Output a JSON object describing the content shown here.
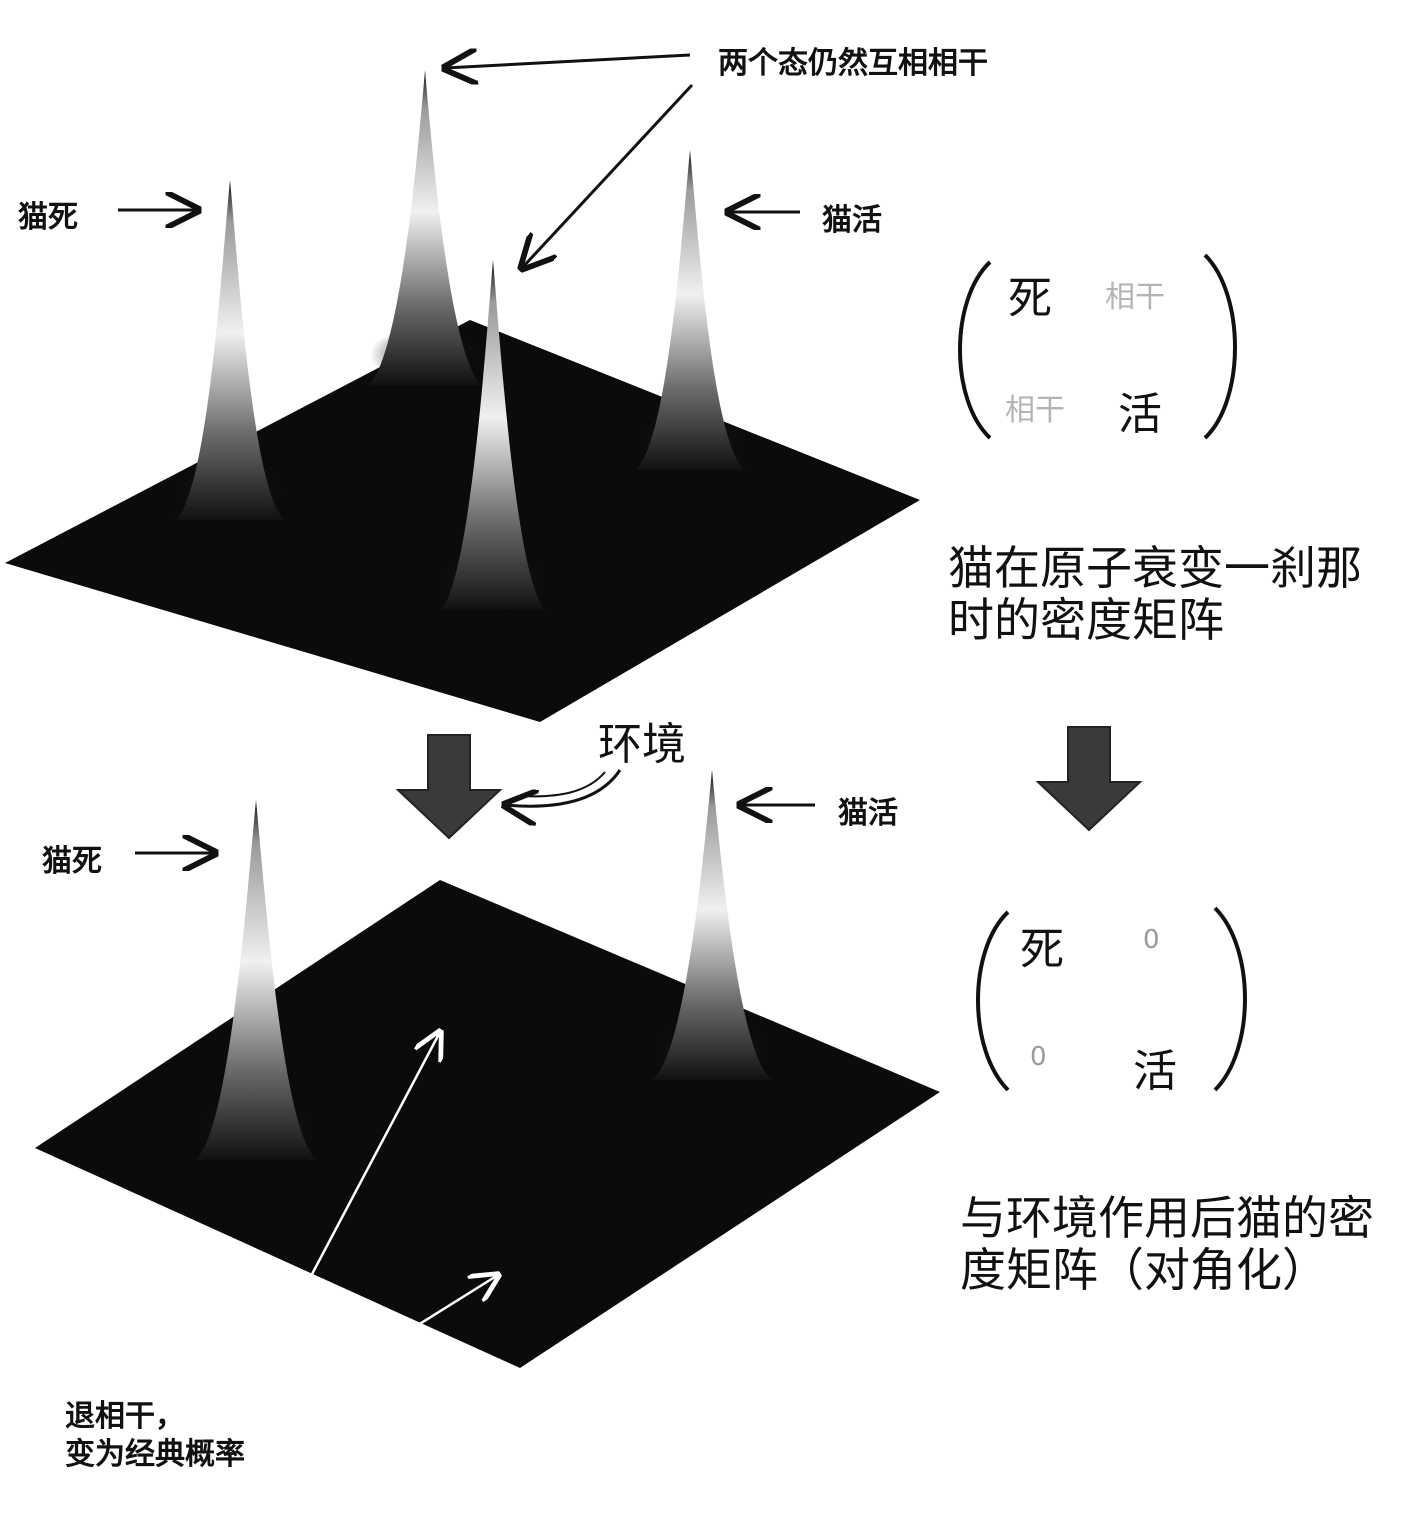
{
  "top_panel": {
    "label_coherent": "两个态仍然互相相干",
    "label_dead": "猫死",
    "label_alive": "猫活",
    "matrix": {
      "top_left": "死",
      "top_right": "相干",
      "bottom_left": "相干",
      "bottom_right": "活"
    },
    "caption_line1": "猫在原子衰变一刹那",
    "caption_line2": "时的密度矩阵"
  },
  "environment_label": "环境",
  "bottom_panel": {
    "label_dead": "猫死",
    "label_alive": "猫活",
    "matrix": {
      "top_left": "死",
      "top_right": "0",
      "bottom_left": "0",
      "bottom_right": "活"
    },
    "caption_line1": "与环境作用后猫的密",
    "caption_line2": "度矩阵（对角化）",
    "decoherence_line1": "退相干，",
    "decoherence_line2": "变为经典概率"
  },
  "colors": {
    "surface": "#0b0b0b",
    "peak_top": "#f2f2f2",
    "ink": "#111111",
    "arrow_fill": "#3a3a3a"
  }
}
